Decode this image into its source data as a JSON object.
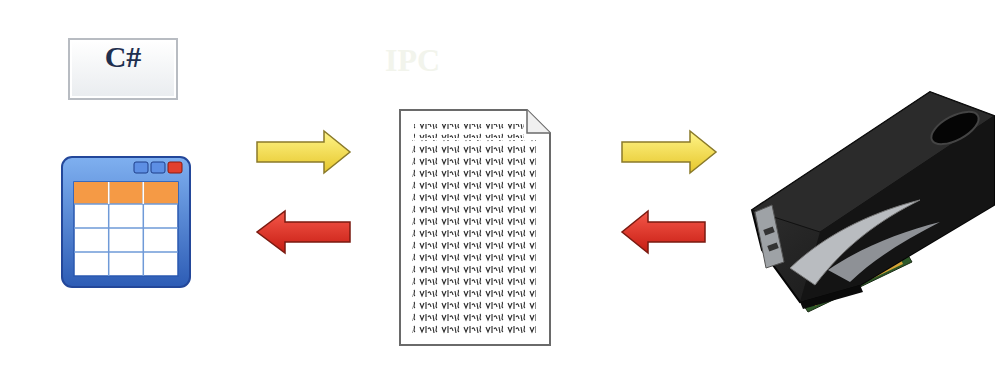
{
  "diagram": {
    "nodes": [
      {
        "text": [
          "C#"
        ]
      },
      {
        "text": [
          "IPC"
        ]
      }
    ],
    "edges": [
      {
        "from": 0,
        "to": 1,
        "arrow": "to"
      },
      {
        "from": 1,
        "to": 0,
        "arrow": "to"
      }
    ]
  }
}
